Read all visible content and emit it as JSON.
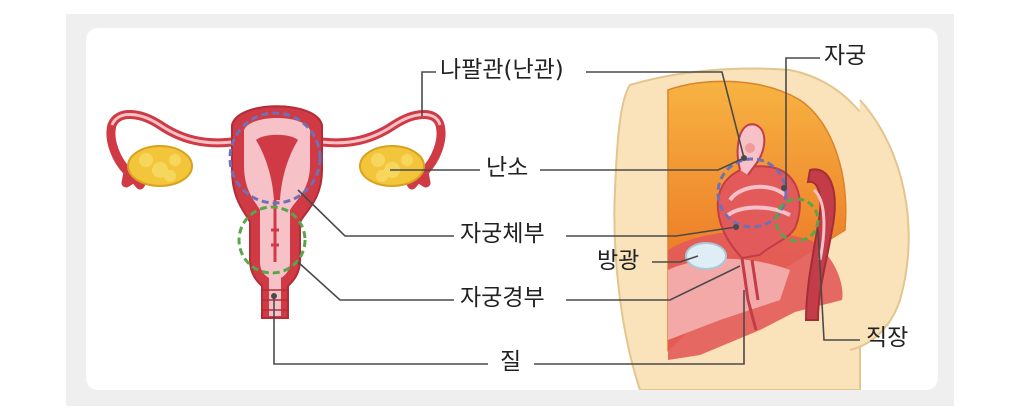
{
  "labels": {
    "fallopian_tube": "나팔관(난관)",
    "ovary": "난소",
    "uterine_body": "자궁체부",
    "cervix": "자궁경부",
    "vagina": "질",
    "bladder": "방광",
    "uterus": "자궁",
    "rectum": "직장"
  },
  "colors": {
    "leader_line": "#4a4a4a",
    "uterus_red": "#cf3a44",
    "uterus_pink": "#f7c1c8",
    "ovary_yellow": "#f2c53a",
    "body_circle_blue": "#6f70b8",
    "cervix_circle_green": "#58a64a",
    "body_orange": "#f09a1e",
    "skin_tone": "#fae3ba",
    "bladder_blue": "#dfeef6"
  },
  "icons": [
    "front-view-uterus-illustration",
    "side-view-pelvis-illustration"
  ]
}
